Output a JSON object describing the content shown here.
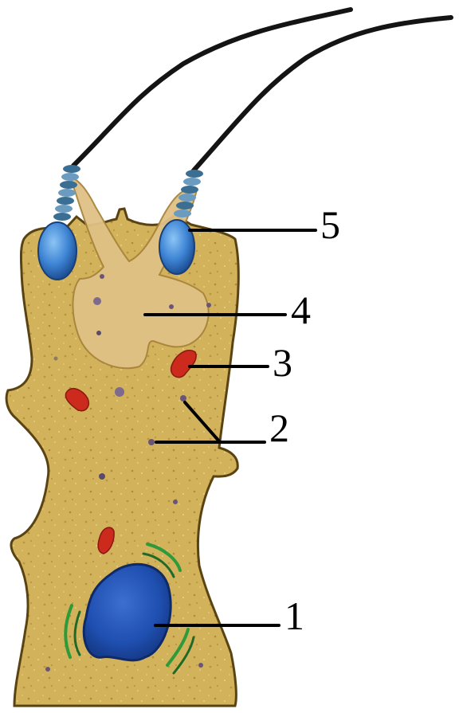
{
  "labels": {
    "one": "1",
    "two": "2",
    "three": "3",
    "four": "4",
    "five": "5"
  },
  "colors": {
    "cytoplasm": "#d1b15a",
    "outline": "#5a4312",
    "apical_body": "#e2c386",
    "nucleus": "#1f4fb0",
    "basal_body": "#3d84d4",
    "flagellum": "#141414",
    "chloroplast": "#cc2a1d",
    "membrane": "#2e9a3a",
    "granule": "#7d6a8c"
  }
}
